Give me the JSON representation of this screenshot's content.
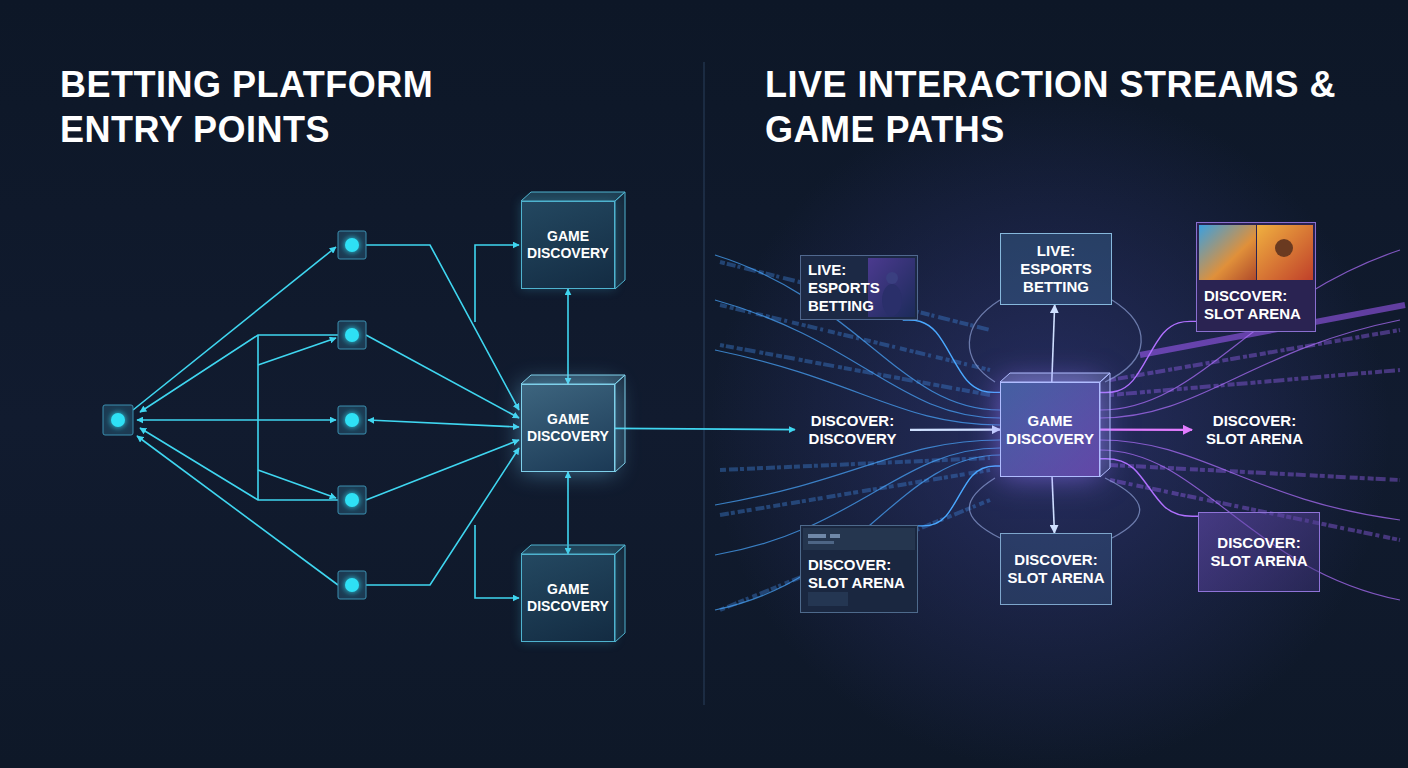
{
  "diagram": {
    "title": "BETTING PLATFORM ENTRY POINTS",
    "nodes": [
      {
        "text": [
          "GAME DISCOVERY"
        ]
      },
      {
        "text": [
          "GAME DISCOVERY"
        ]
      },
      {
        "text": [
          "GAME DISCOVERY"
        ]
      },
      {
        "text": [
          "LIVE: ESPORTS BETTING"
        ]
      },
      {
        "text": [
          "LIVE: ESPORTS BETTING"
        ]
      },
      {
        "text": [
          "DISCOVER: SLOT ARENA"
        ]
      },
      {
        "text": [
          "DISCOVER: DISCOVERY"
        ]
      },
      {
        "text": [
          "GAME DISCOVERY"
        ]
      },
      {
        "text": [
          "DISCOVER: SLOT ARENA"
        ]
      },
      {
        "text": [
          "DISCOVER: SLOT ARENA"
        ]
      },
      {
        "text": [
          "DISCOVER: SLOT ARENA"
        ]
      },
      {
        "text": [
          "DISCOVER: SLOT ARENA"
        ]
      }
    ],
    "edges": [
      {
        "from": 1,
        "to": 0,
        "arrow": "both"
      },
      {
        "from": 1,
        "to": 2,
        "arrow": "both"
      },
      {
        "from": 1,
        "to": 6,
        "arrow": "to"
      },
      {
        "from": 6,
        "to": 7,
        "arrow": "to"
      },
      {
        "from": 7,
        "to": 4,
        "arrow": "to"
      },
      {
        "from": 7,
        "to": 10,
        "arrow": "to"
      },
      {
        "from": 7,
        "to": 8,
        "arrow": "to"
      },
      {
        "from": 7,
        "to": 3,
        "arrow": "none"
      },
      {
        "from": 7,
        "to": 5,
        "arrow": "none"
      },
      {
        "from": 7,
        "to": 9,
        "arrow": "none"
      },
      {
        "from": 7,
        "to": 11,
        "arrow": "none"
      }
    ],
    "labels": [
      "LIVE INTERACTION STREAMS & GAME PATHS"
    ]
  }
}
